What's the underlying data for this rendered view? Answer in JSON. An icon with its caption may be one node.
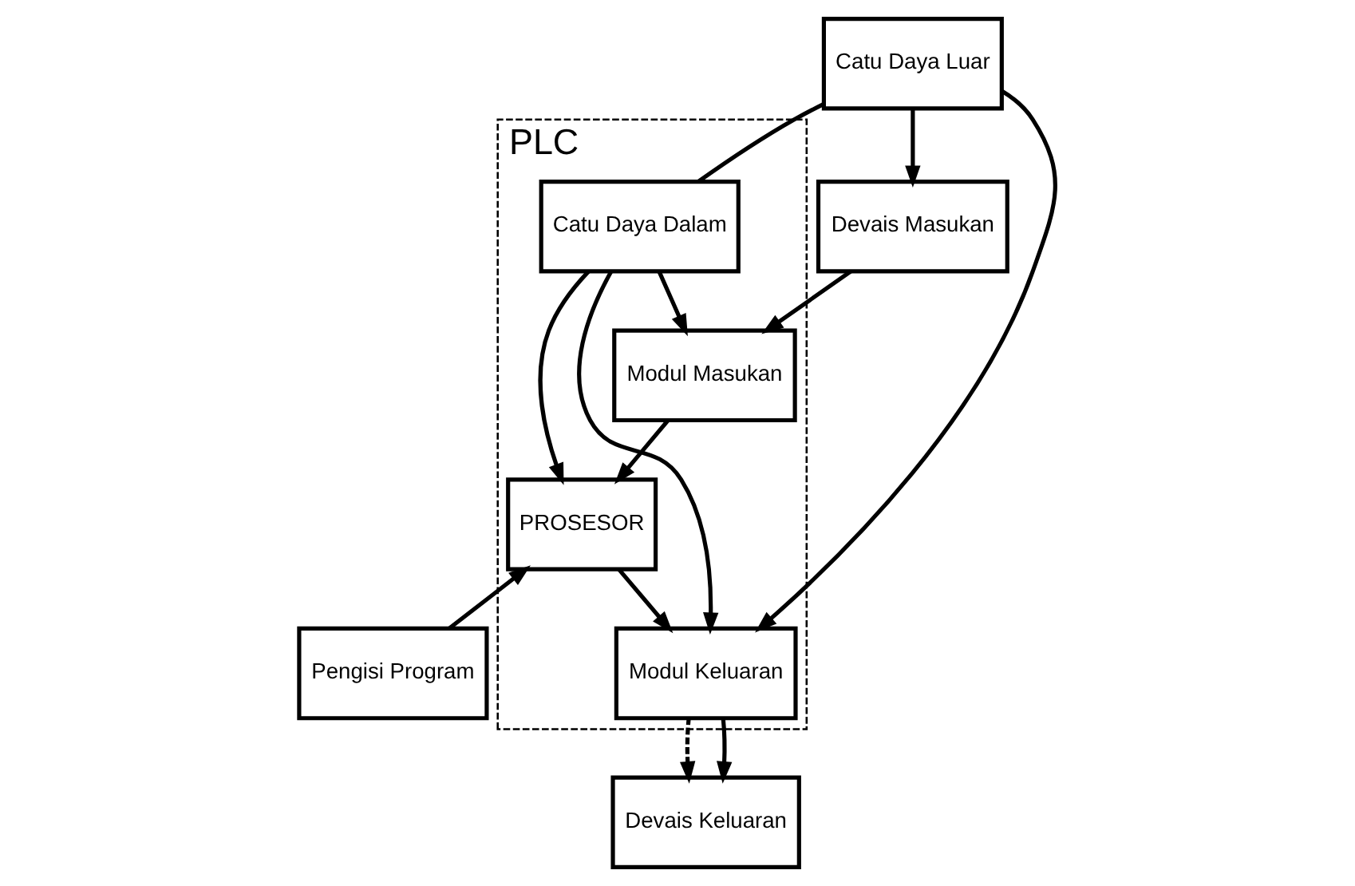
{
  "diagram": {
    "nodes": [
      {
        "text": [
          "Catu Daya Luar"
        ]
      },
      {
        "text": [
          "PLC"
        ]
      },
      {
        "text": [
          "Catu Daya Dalam"
        ],
        "in": 1
      },
      {
        "text": [
          "Devais Masukan"
        ]
      },
      {
        "text": [
          "Modul Masukan"
        ],
        "in": 1
      },
      {
        "text": [
          "PROSESOR"
        ],
        "in": 1
      },
      {
        "text": [
          "Modul Keluaran"
        ],
        "in": 1
      },
      {
        "text": [
          "Devais Keluaran"
        ]
      },
      {
        "text": [
          "Pengisi Program"
        ]
      }
    ],
    "edges": [
      {
        "from": 0,
        "to": 2,
        "arrow": "none"
      },
      {
        "from": 0,
        "to": 3,
        "arrow": "to"
      },
      {
        "from": 0,
        "to": 6,
        "arrow": "to"
      },
      {
        "from": 2,
        "to": 4,
        "arrow": "to"
      },
      {
        "from": 2,
        "to": 5,
        "arrow": "to"
      },
      {
        "from": 2,
        "to": 6,
        "arrow": "to"
      },
      {
        "from": 3,
        "to": 4,
        "arrow": "to"
      },
      {
        "from": 4,
        "to": 5,
        "arrow": "to"
      },
      {
        "from": 5,
        "to": 6,
        "arrow": "to"
      },
      {
        "from": 6,
        "to": 7,
        "arrow": "to",
        "style": "dashed"
      },
      {
        "from": 6,
        "to": 7,
        "arrow": "to"
      },
      {
        "from": 8,
        "to": 5,
        "arrow": "to"
      }
    ]
  }
}
